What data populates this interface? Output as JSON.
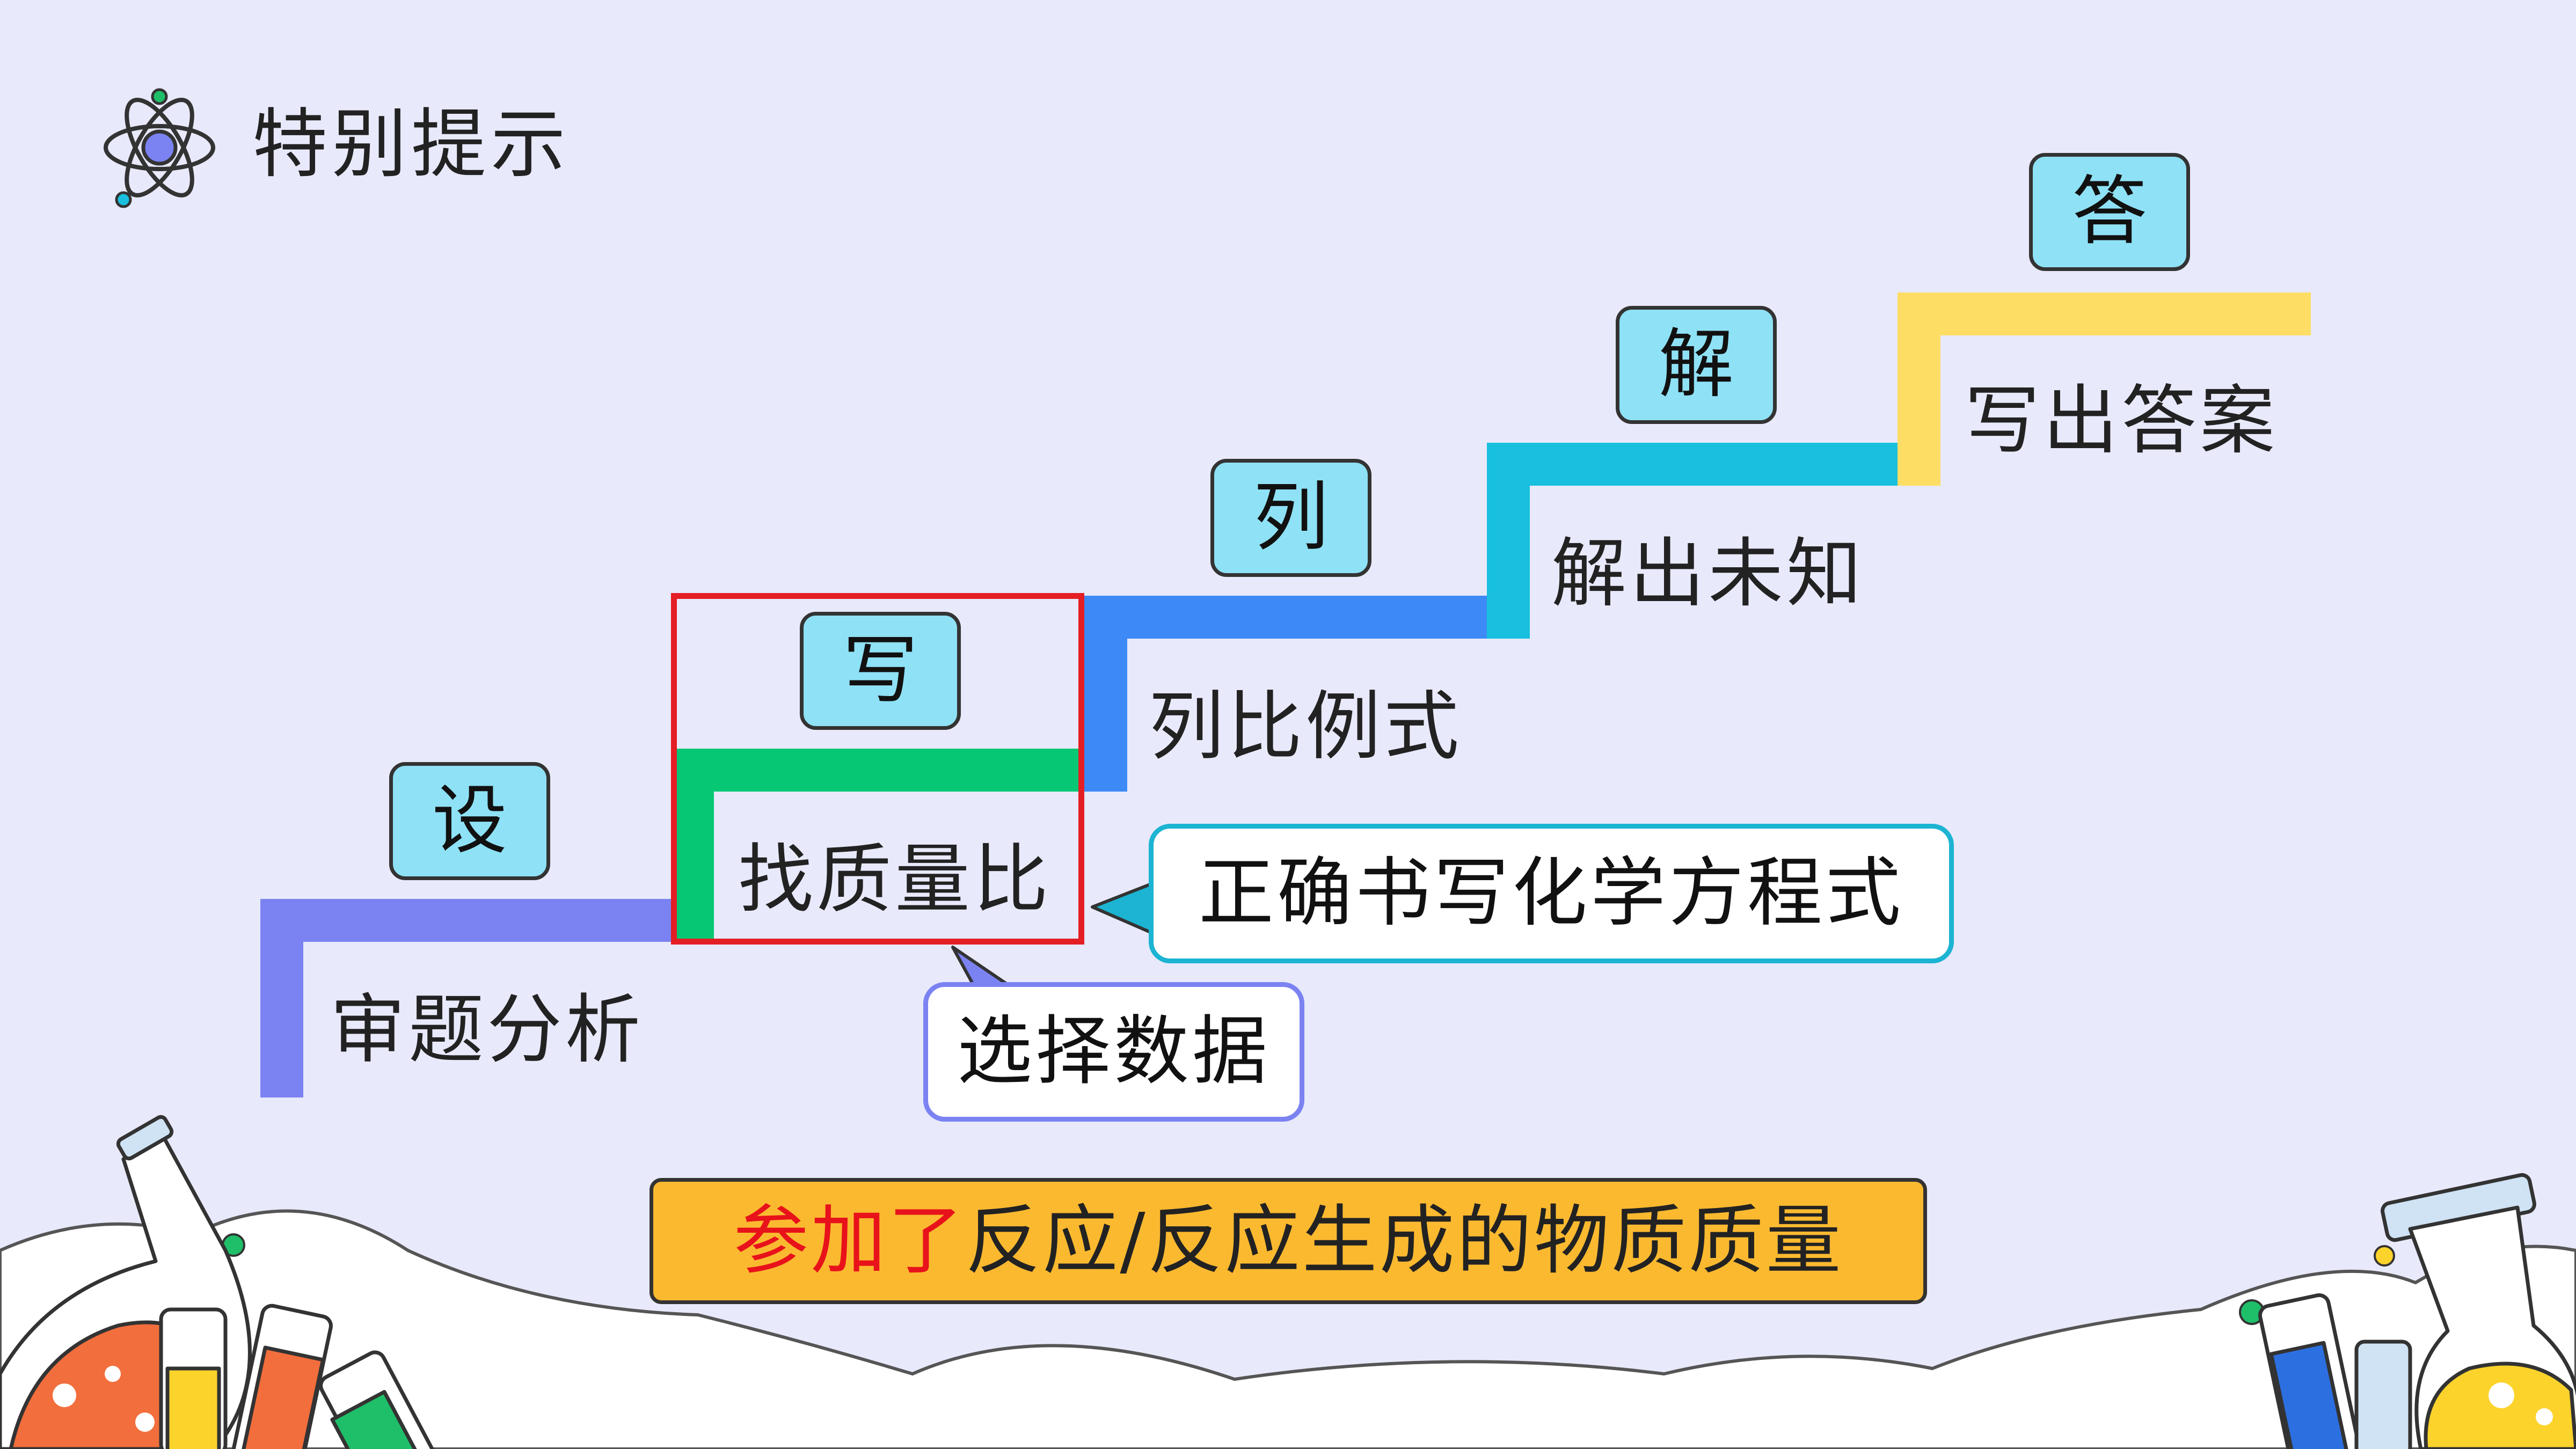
{
  "title": "特别提示",
  "steps": [
    {
      "key": "设",
      "label": "审题分析",
      "color": "#7b82f1"
    },
    {
      "key": "写",
      "label": "找质量比",
      "color": "#06c874"
    },
    {
      "key": "列",
      "label": "列比例式",
      "color": "#3d8af7"
    },
    {
      "key": "解",
      "label": "解出未知",
      "color": "#18bfdf"
    },
    {
      "key": "答",
      "label": "写出答案",
      "color": "#fedd64"
    }
  ],
  "callouts": {
    "write_equation": "正确书写化学方程式",
    "select_data": "选择数据"
  },
  "note": {
    "highlight": "参加了",
    "rest": "反应/反应生成的物质质量"
  },
  "colors": {
    "background": "#e8e9fb",
    "step_box": "#8fe1f5",
    "highlight_frame": "#e41e25",
    "note_fill": "#fbb930",
    "note_highlight_text": "#e8121b",
    "callout_cyan_border": "#1cb4d2",
    "callout_purple_border": "#7b82f1"
  },
  "icons": {
    "title_icon": "atom-icon",
    "decoration_left": "lab-flasks-left-illustration",
    "decoration_right": "lab-flasks-right-illustration"
  }
}
